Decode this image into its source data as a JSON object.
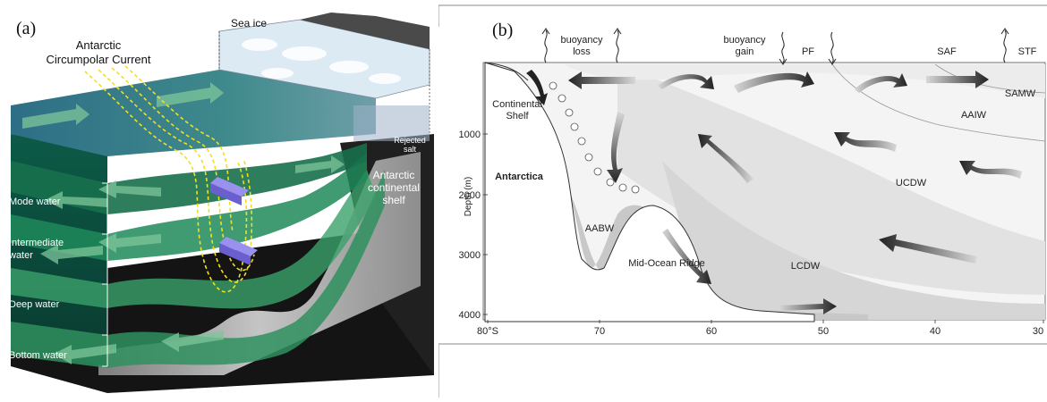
{
  "panel_a": {
    "tag": "(a)",
    "labels": {
      "acc": [
        "Antarctic",
        "Circumpolar Current"
      ],
      "sea_ice": "Sea ice",
      "rejected_salt": [
        "Rejected",
        "salt"
      ],
      "shelf": [
        "Antarctic",
        "continental",
        "shelf"
      ],
      "mode": "Mode water",
      "intermediate": [
        "Intermediate",
        "water"
      ],
      "deep": "Deep water",
      "bottom": "Bottom water"
    }
  },
  "panel_b": {
    "tag": "(b)",
    "surface_labels": {
      "buoyancy_loss": [
        "buoyancy",
        "loss"
      ],
      "buoyancy_gain": [
        "buoyancy",
        "gain"
      ],
      "pf": "PF",
      "saf": "SAF",
      "stf": "STF"
    },
    "water_masses": {
      "samw": "SAMW",
      "aaiw": "AAIW",
      "ucdw": "UCDW",
      "lcdw": "LCDW",
      "aabw": "AABW"
    },
    "features": {
      "continental_shelf": [
        "Continental",
        "Shelf"
      ],
      "antarctica": "Antarctica",
      "mid_ocean_ridge": "Mid-Ocean Ridge"
    },
    "axes": {
      "ylabel": "Depth (m)",
      "y_ticks": [
        "1000",
        "2000",
        "3000",
        "4000"
      ],
      "x_ticks": [
        "80°S",
        "70",
        "60",
        "50",
        "40",
        "30"
      ]
    }
  },
  "colors": {
    "ocean_dark": "#0e5a4a",
    "ocean_mid": "#2a8a6a",
    "ocean_light": "#3c8f8f",
    "acc_dash": "#f0e020",
    "arrow_blue": "#6b5fd0",
    "section_fill": "#e6e6e6"
  }
}
